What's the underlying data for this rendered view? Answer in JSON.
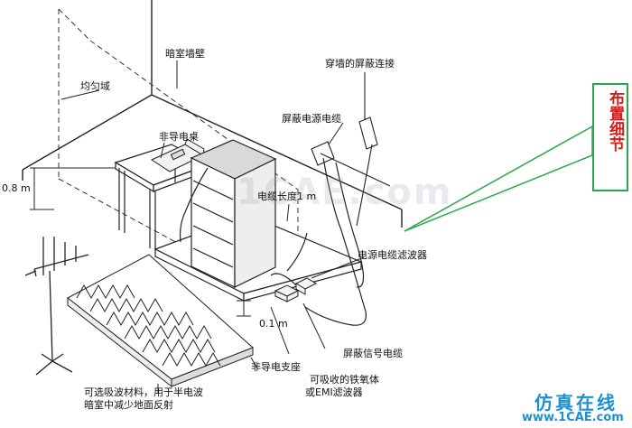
{
  "labels": {
    "darkroom_wall": "暗室墙壁",
    "uniform_field": "均匀域",
    "wall_through_shield": "穿墙的屏蔽连接",
    "shielded_power_cable": "屏蔽电源电缆",
    "nonconductive_table": "非导电桌",
    "height_08m": "0.8 m",
    "cable_length": "电缆长度1 m",
    "power_cable_filter": "电源电缆滤波器",
    "height_01m": "0.1 m",
    "shielded_signal_cable": "屏蔽信号电缆",
    "nonconductive_support": "非导电支座",
    "absorber_line1": "可选吸波材料，用于半电波",
    "absorber_line2": "暗室中减少地面反射",
    "ferrite_line1": "可吸收的铁氧体",
    "ferrite_line2": "或EMI滤波器"
  },
  "callout": {
    "text": "布置细节"
  },
  "watermark": {
    "center": "1CAE.com"
  },
  "brand": {
    "top": "仿真在线",
    "bottom_prefix": "w",
    "bottom_site": "www.1CAE.com"
  },
  "colors": {
    "callout_border": "#2aa84a",
    "callout_text": "#d41c1c",
    "brand": "#1d8fd3"
  }
}
